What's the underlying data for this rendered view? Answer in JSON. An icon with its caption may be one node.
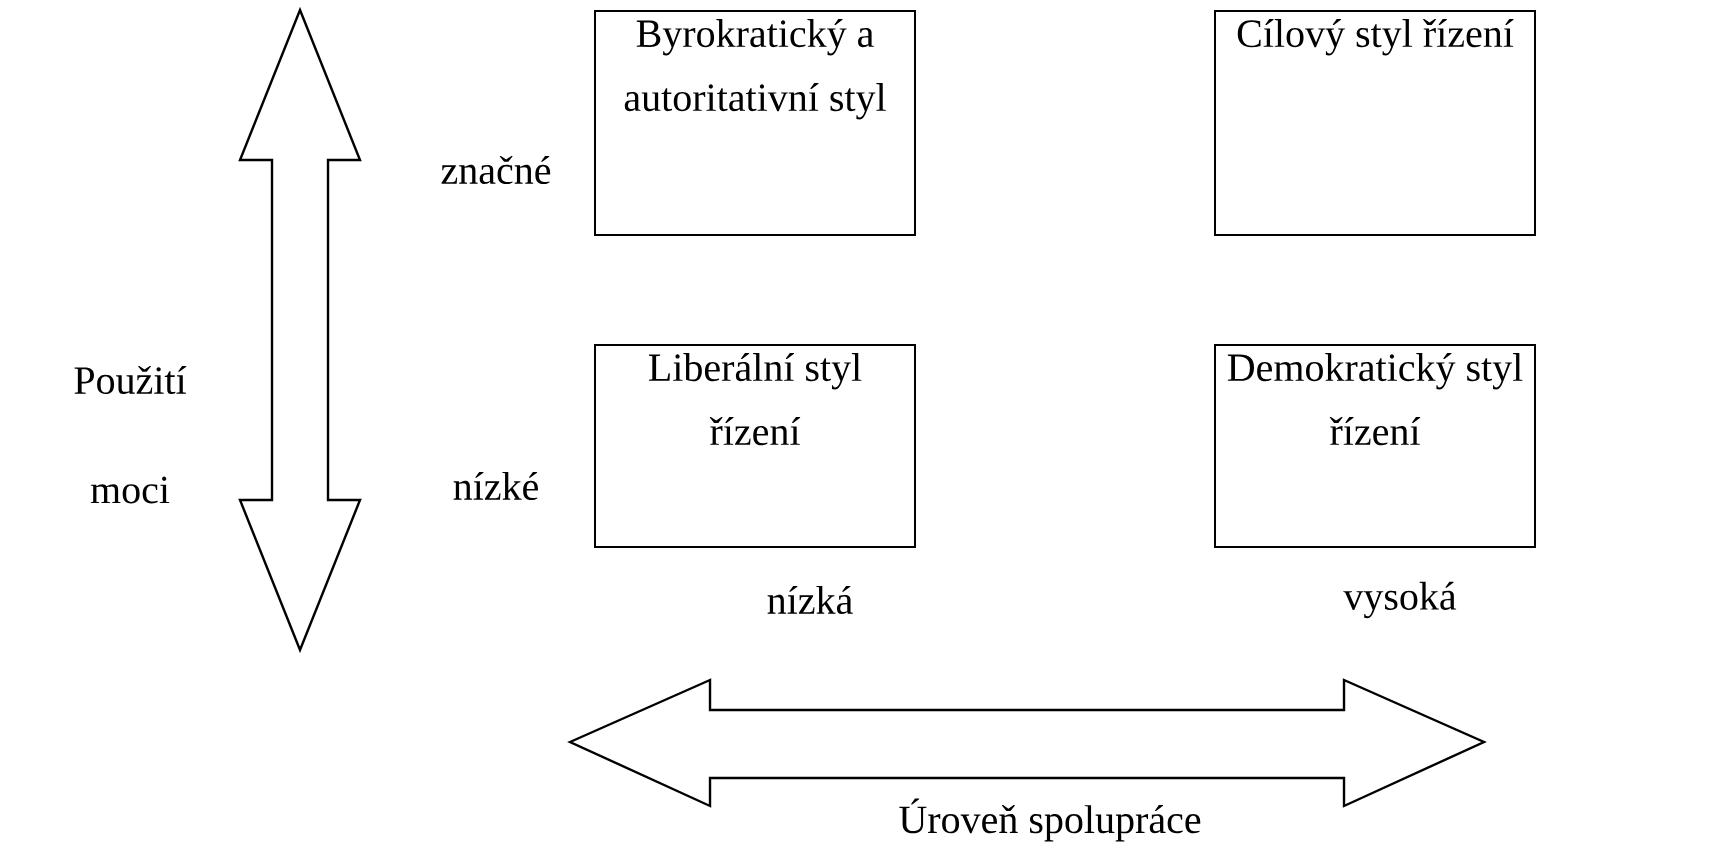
{
  "diagram": {
    "nodes": [
      {
        "text": [
          "Byrokratický a autoritativní styl"
        ]
      },
      {
        "text": [
          "Cílový styl řízení"
        ]
      },
      {
        "text": [
          "Liberální styl řízení"
        ]
      },
      {
        "text": [
          "Demokratický styl řízení"
        ]
      }
    ],
    "labels": [
      "značné",
      "Použití",
      "moci",
      "nízké",
      "nízká",
      "vysoká",
      "Úroveň spolupráce"
    ]
  }
}
